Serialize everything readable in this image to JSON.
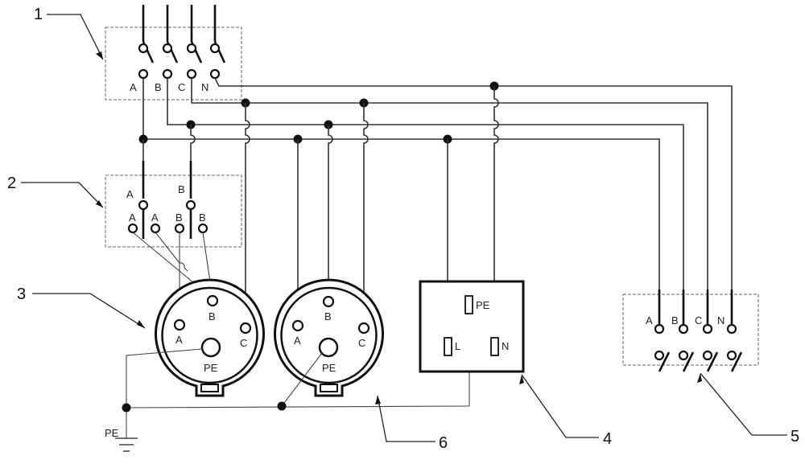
{
  "callouts": {
    "n1": "1",
    "n2": "2",
    "n3": "3",
    "n4": "4",
    "n5": "5",
    "n6": "6"
  },
  "breaker1": {
    "a": "A",
    "b": "B",
    "c": "C",
    "n": "N"
  },
  "breaker2": {
    "top_a": "A",
    "top_b": "B",
    "a1": "A",
    "a2": "A",
    "b1": "B",
    "b2": "B"
  },
  "socket3": {
    "a": "A",
    "b": "B",
    "c": "C",
    "pe": "PE"
  },
  "socket6": {
    "a": "A",
    "b": "B",
    "c": "C",
    "pe": "PE"
  },
  "outlet4": {
    "pe": "PE",
    "l": "L",
    "n": "N"
  },
  "breaker5": {
    "a": "A",
    "b": "B",
    "c": "C",
    "n": "N"
  },
  "ground": {
    "pe": "PE"
  }
}
